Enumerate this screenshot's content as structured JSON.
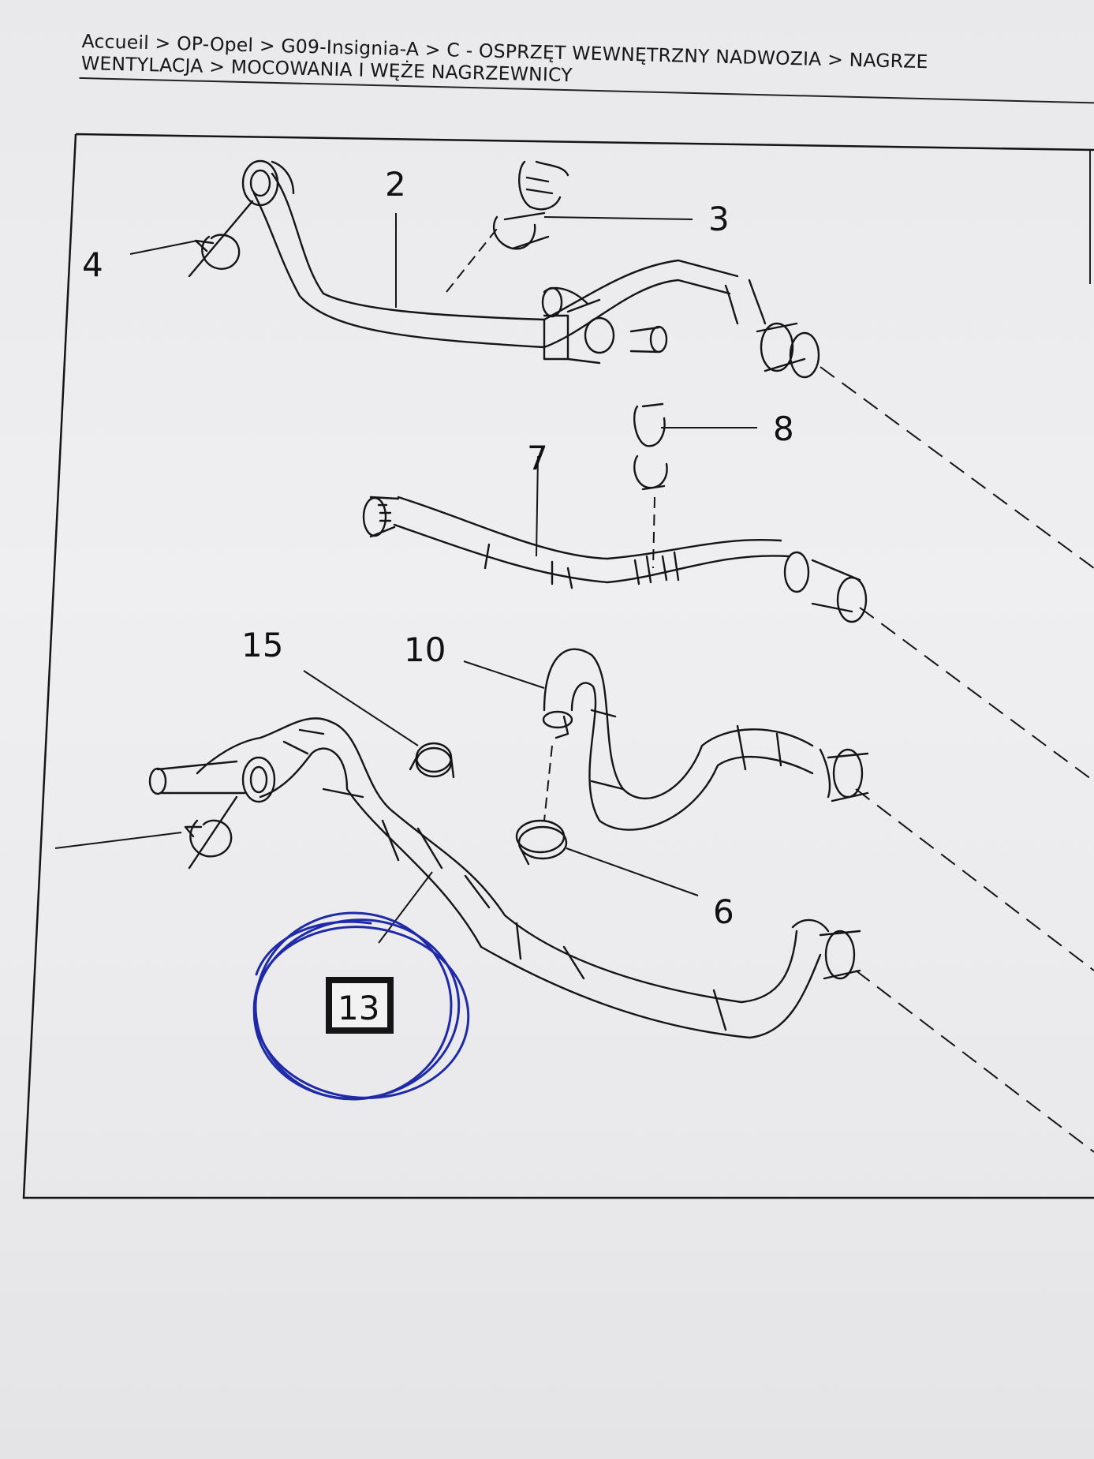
{
  "breadcrumb": {
    "line1": "Accueil > OP-Opel > G09-Insignia-A > C - OSPRZĘT WEWNĘTRZNY NADWOZIA > NAGRZE",
    "line2": "WENTYLACJA > MOCOWANIA I WĘŻE NAGRZEWNICY"
  },
  "callouts": [
    "2",
    "3",
    "4",
    "7",
    "8",
    "15",
    "10",
    "6",
    "13"
  ],
  "highlight": {
    "label": "13",
    "circle_color": "#1f2aa8"
  },
  "colors": {
    "paper": "#ececee",
    "ink": "#111111",
    "pen": "#1f2aa8"
  }
}
